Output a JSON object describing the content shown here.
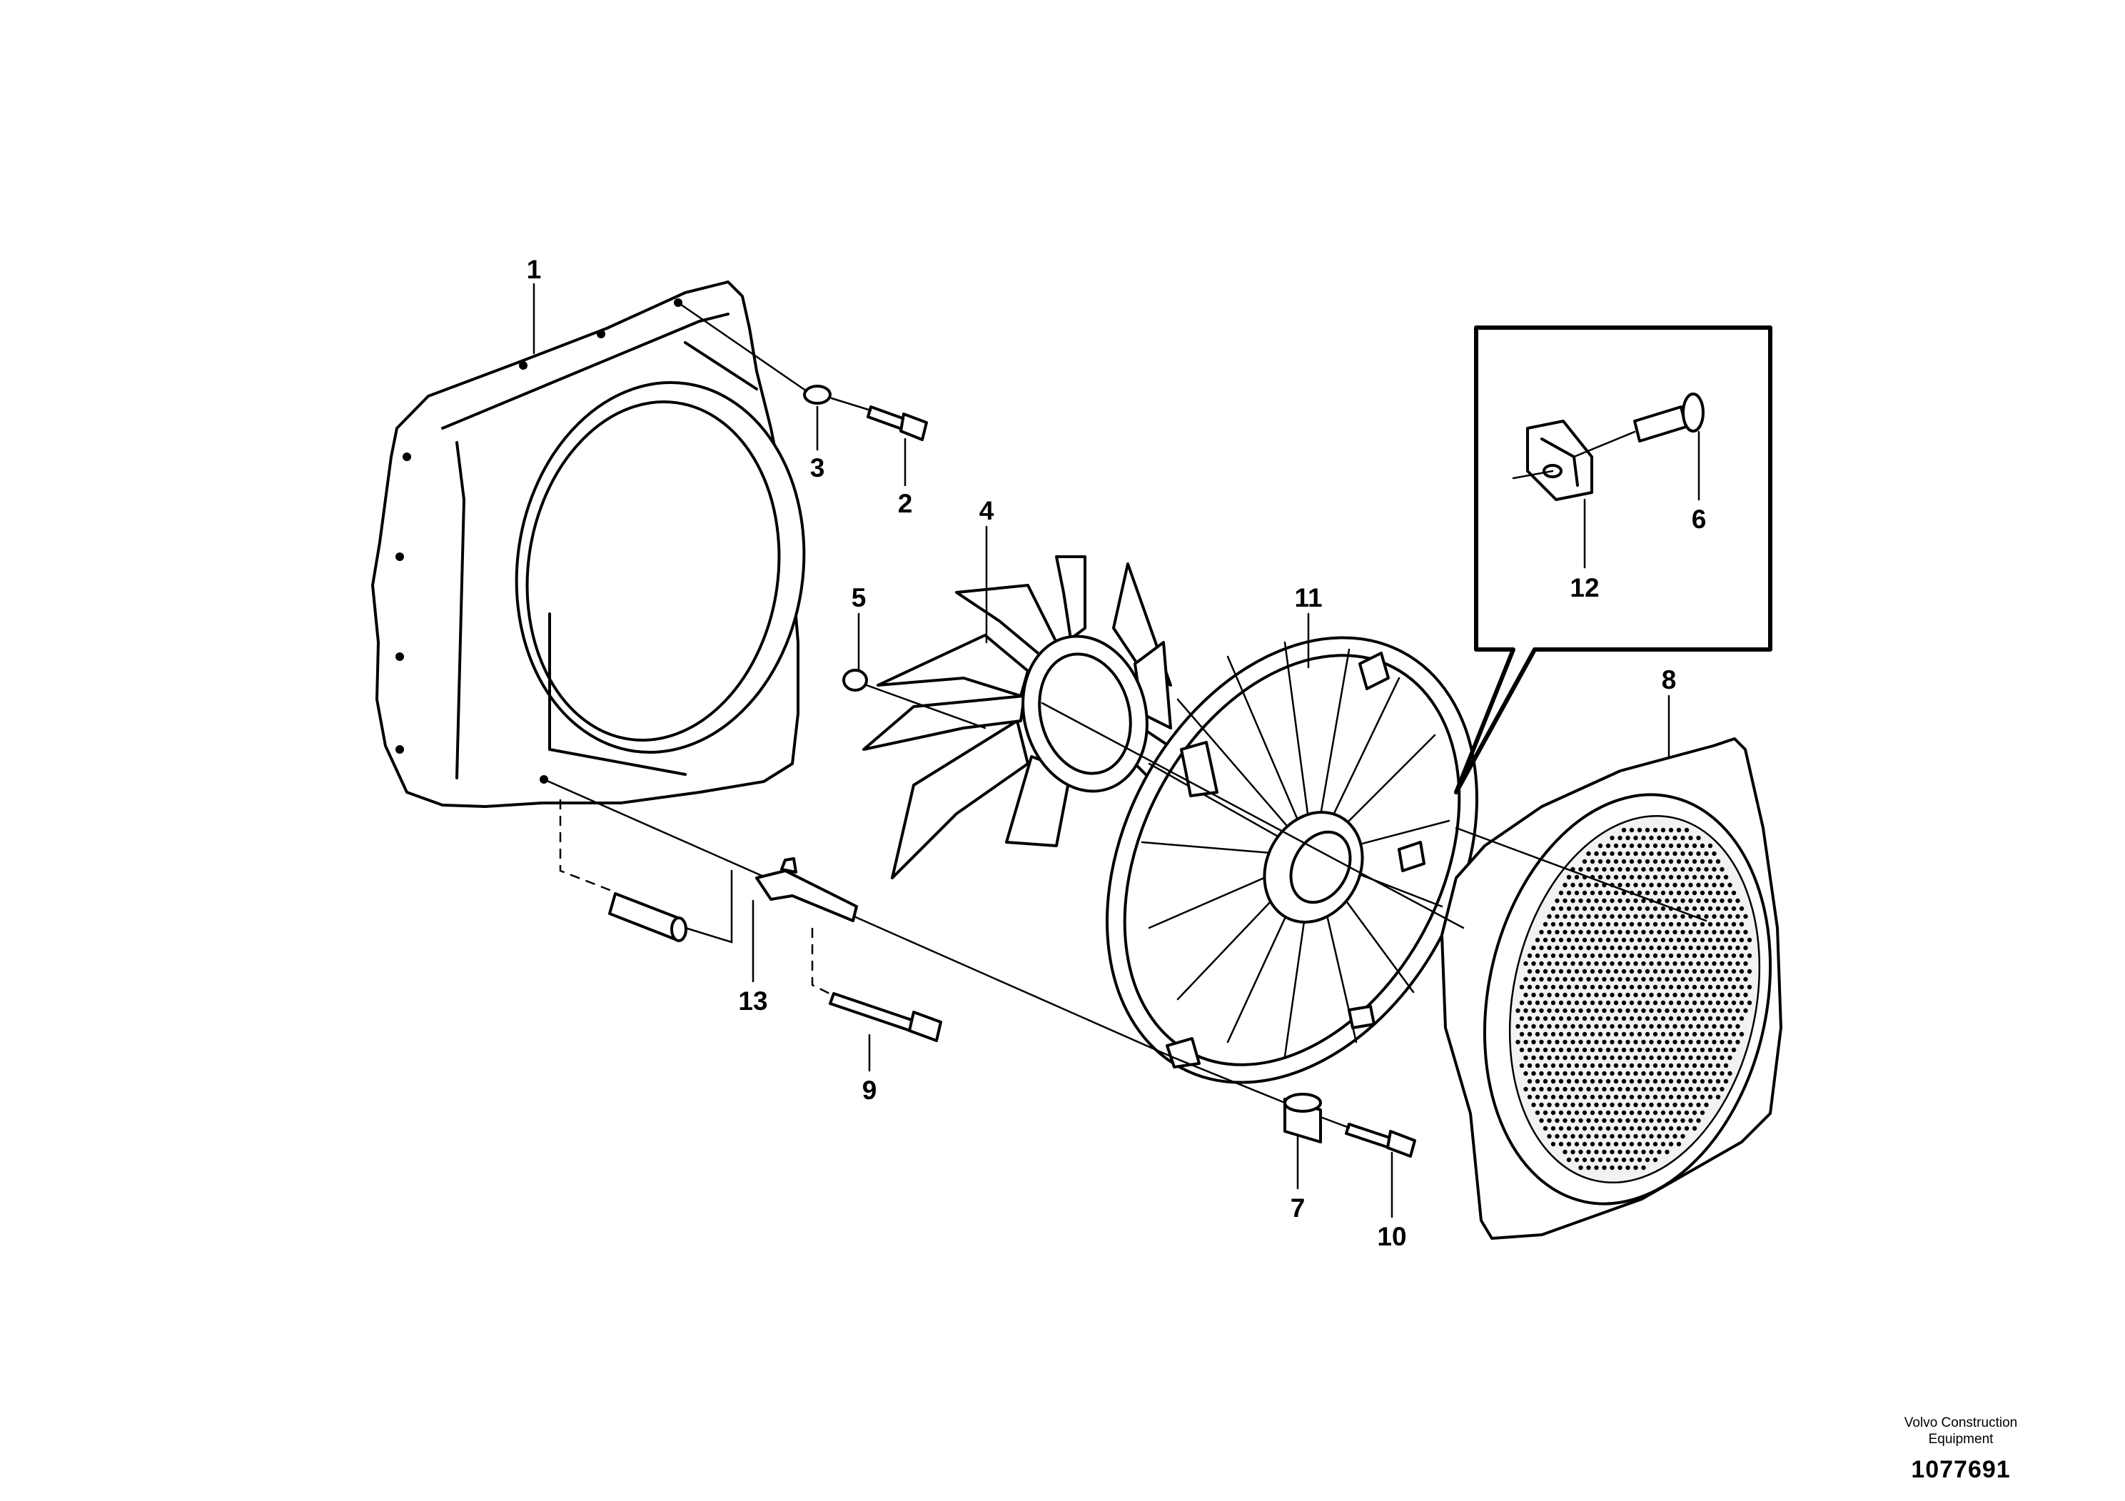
{
  "callouts": {
    "c1": "1",
    "c2": "2",
    "c3": "3",
    "c4": "4",
    "c5": "5",
    "c6": "6",
    "c7": "7",
    "c8": "8",
    "c9": "9",
    "c10": "10",
    "c11": "11",
    "c12": "12",
    "c13": "13"
  },
  "credit": {
    "company_line1": "Volvo Construction",
    "company_line2": "Equipment",
    "drawing_number": "1077691"
  }
}
